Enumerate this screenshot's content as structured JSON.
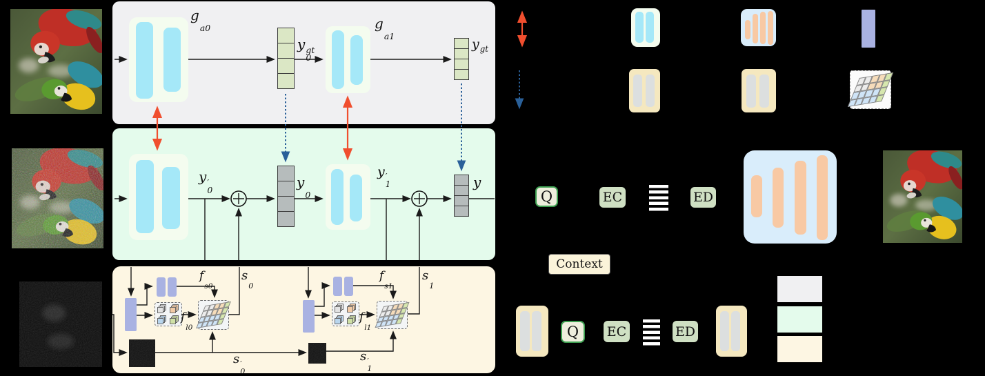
{
  "figure": {
    "kind": "two-stage denoising compression network diagram",
    "panels": [
      "teacher-branch (gray)",
      "main-branch (green)",
      "noise-branch (yellow)"
    ]
  },
  "labels": {
    "g_a0": {
      "base": "g",
      "sup": "",
      "sub": "a0"
    },
    "g_a1": {
      "base": "g",
      "sup": "",
      "sub": "a1"
    },
    "y0_gt": {
      "base": "y",
      "sup": "gt",
      "sub": "0"
    },
    "y_gt": {
      "base": "y",
      "sup": "gt",
      "sub": ""
    },
    "y0_prime": {
      "base": "y",
      "sup": "′",
      "sub": "0"
    },
    "y0": {
      "base": "y",
      "sup": "",
      "sub": "0"
    },
    "y1_prime": {
      "base": "y",
      "sup": "′",
      "sub": "1"
    },
    "y": {
      "base": "y",
      "sup": "",
      "sub": ""
    },
    "f_s0": {
      "base": "f",
      "sup": "",
      "sub": "s0"
    },
    "f_l0": {
      "base": "f",
      "sup": "",
      "sub": "l0"
    },
    "s0": {
      "base": "s",
      "sup": "",
      "sub": "0"
    },
    "s0_prime": {
      "base": "s",
      "sup": "′",
      "sub": "0"
    },
    "f_s1": {
      "base": "f",
      "sup": "",
      "sub": "s1"
    },
    "f_l1": {
      "base": "f",
      "sup": "",
      "sub": "l1"
    },
    "s1": {
      "base": "s",
      "sup": "",
      "sub": "1"
    },
    "s1_prime": {
      "base": "s",
      "sup": "′",
      "sub": "1"
    }
  },
  "codec": {
    "q": "Q",
    "ec": "EC",
    "ed": "ED",
    "context": "Context"
  },
  "icons": {
    "legend": [
      "shared-weights-red-arrow",
      "guidance-blue-dashed-arrow",
      "encoder-icon",
      "denoiser-icon",
      "decoder-icon",
      "latent-bar-icon",
      "lut-grid-icon"
    ],
    "bitstream": "bitstream-bars",
    "add": "circle-plus"
  },
  "colors": {
    "background": "#000000",
    "panel-teacher": "#f0f0f2",
    "panel-main": "#e4fbec",
    "panel-noise": "#fdf6e3",
    "encoder-box": "#f4fcef",
    "cyan-bar": "#a5e8f8",
    "green-token": "#dbe7c5",
    "gray-token": "#b6bcbc",
    "purple-bar": "#a9b2e2",
    "orange-bar": "#f8c9a4",
    "decoder-box": "#d9edfb",
    "denoiser-box": "#f5e8bf",
    "denoiser-bar": "#dcdfdf",
    "q-fill": "#eeeedd",
    "q-border": "#3d9e50",
    "codec-box": "#cfe0c3",
    "context-fill": "#fbf4da",
    "red-arrow": "#f04e2e",
    "blue-arrow": "#2a6099",
    "line": "#1a1a1a"
  }
}
